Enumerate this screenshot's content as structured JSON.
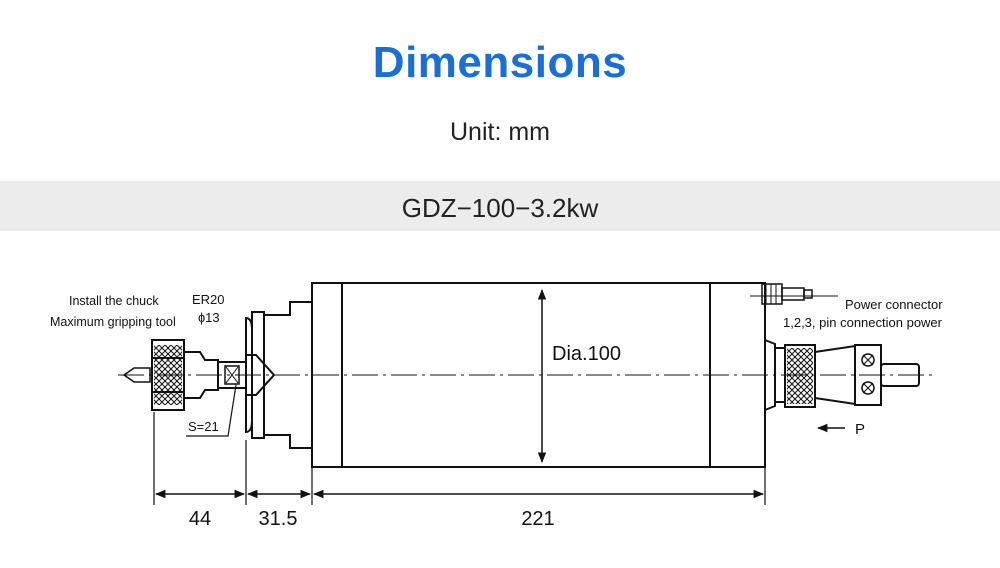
{
  "title": "Dimensions",
  "unit_label": "Unit: mm",
  "model_name": "GDZ−100−3.2kw",
  "drawing": {
    "chuck_note_line1": "Install the chuck",
    "chuck_note_line2": "Maximum gripping tool",
    "collet_type": "ER20",
    "collet_max": "ɸ13",
    "wrench_size": "S=21",
    "diameter_label": "Dia.100",
    "power_connector_line1": "Power connector",
    "power_connector_line2": "1,2,3, pin connection power",
    "p_label": "P",
    "dimensions": [
      "44",
      "31.5",
      "221"
    ]
  },
  "colors": {
    "title": "#1a6fd6",
    "band": "#ececec",
    "line": "#111111"
  }
}
